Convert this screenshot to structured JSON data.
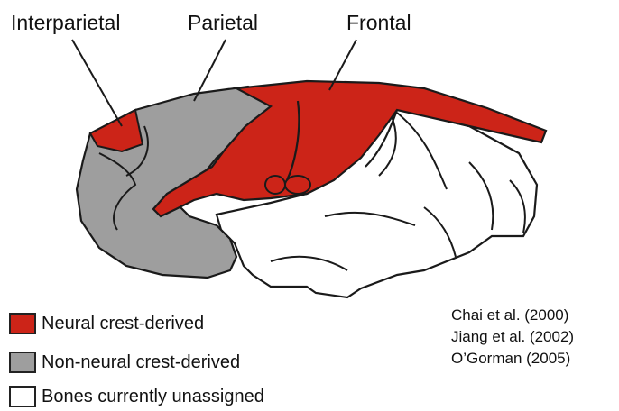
{
  "labels": {
    "interparietal": "Interparietal",
    "parietal": "Parietal",
    "frontal": "Frontal"
  },
  "legend": [
    {
      "text": "Neural crest-derived",
      "color": "#cc2418"
    },
    {
      "text": "Non-neural crest-derived",
      "color": "#9e9e9e"
    },
    {
      "text": "Bones currently unassigned",
      "color": "#ffffff"
    }
  ],
  "references": [
    "Chai et al. (2000)",
    "Jiang et al. (2002)",
    "O’Gorman (2005)"
  ],
  "colors": {
    "neural": "#cc2418",
    "non_neural": "#9e9e9e",
    "outline": "#1a1a1a"
  }
}
